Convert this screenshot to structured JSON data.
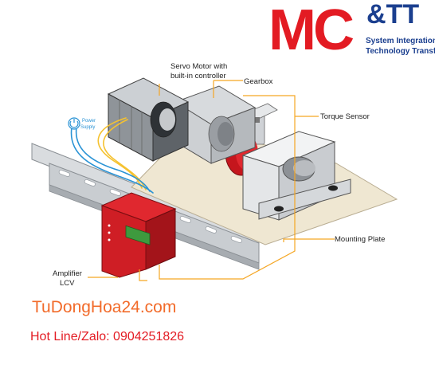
{
  "logo": {
    "mc": "MC",
    "amp_tt": "&TT",
    "line1": "System Integration",
    "line2": "Technology Transfer"
  },
  "labels": {
    "servo_motor_line1": "Servo Motor with",
    "servo_motor_line2": "built-in controller",
    "gearbox": "Gearbox",
    "torque_sensor": "Torque Sensor",
    "power_supply_line1": "Power",
    "power_supply_line2": "Supply",
    "mounting_plate": "Mounting Plate",
    "amplifier": "Amplifier",
    "lcv": "LCV"
  },
  "footer": {
    "website": "TuDongHoa24.com",
    "hotline": "Hot Line/Zalo: 0904251826"
  },
  "colors": {
    "brand_red": "#e31b23",
    "brand_blue": "#1b3f8f",
    "callout_orange": "#f5a623",
    "website_orange": "#f26b2a"
  }
}
